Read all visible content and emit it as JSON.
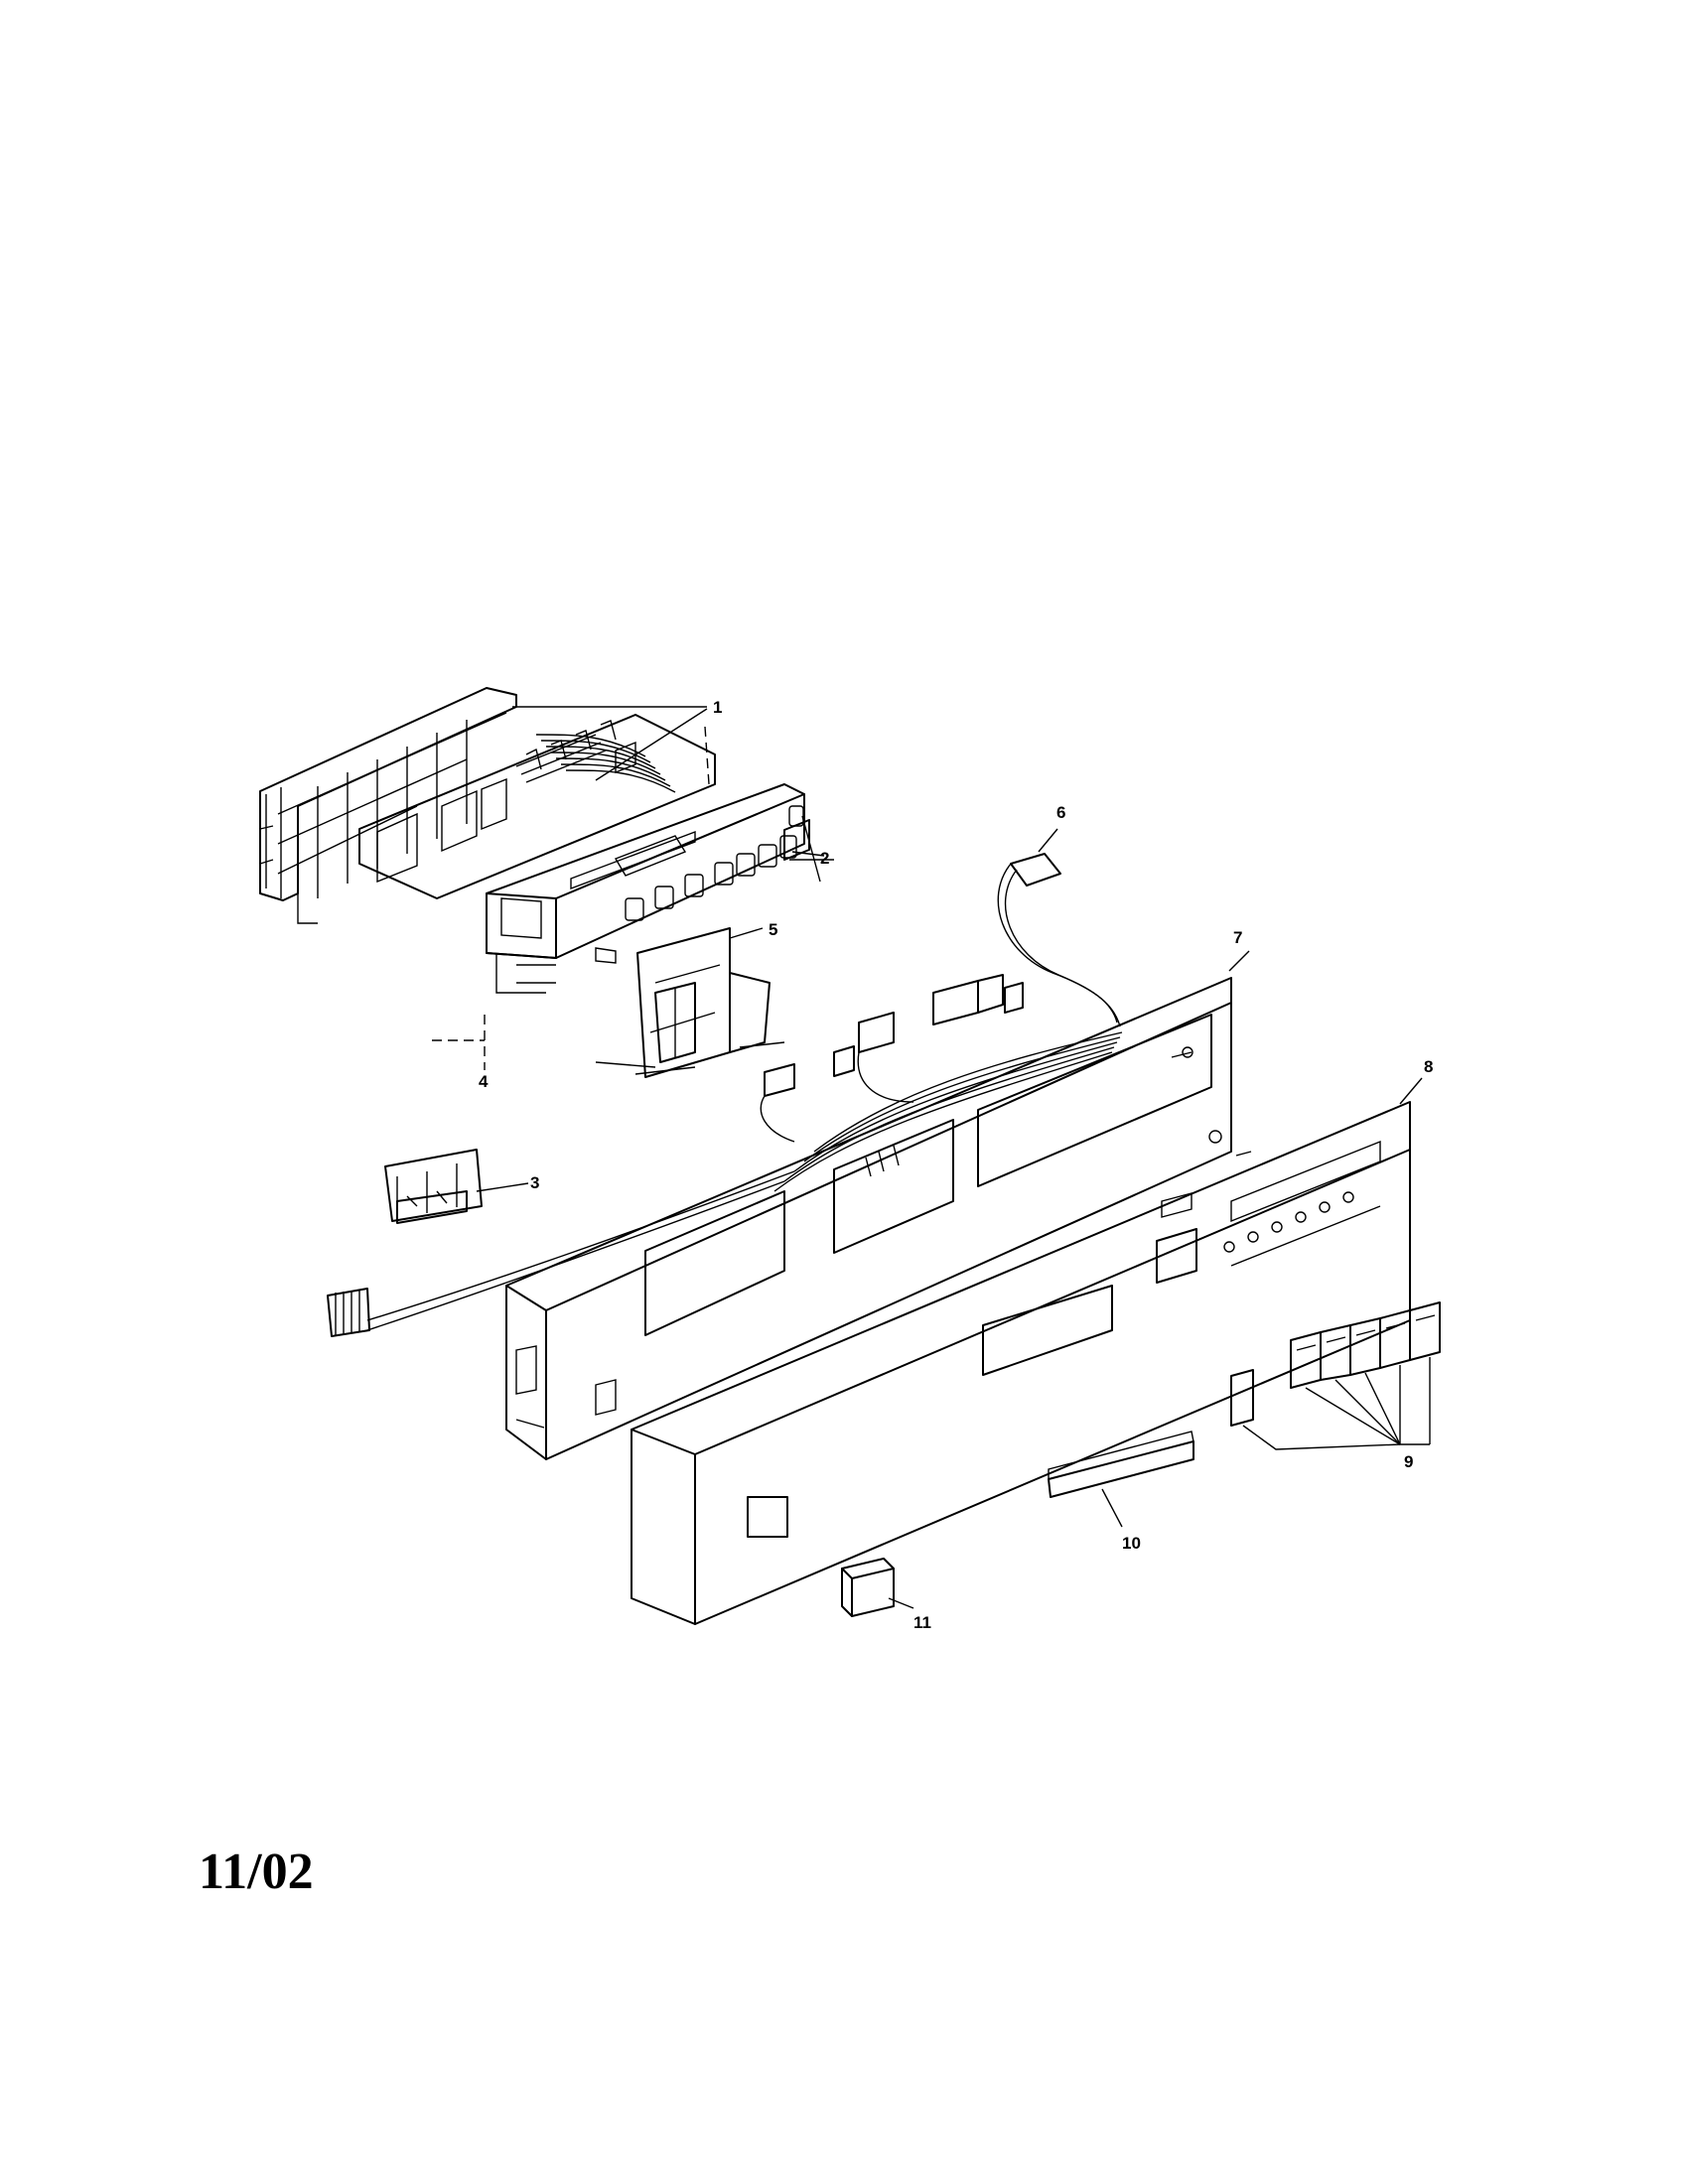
{
  "page": {
    "date_code": "11/02"
  },
  "callouts": [
    {
      "id": "callout-1",
      "label": "1"
    },
    {
      "id": "callout-2",
      "label": "2"
    },
    {
      "id": "callout-3",
      "label": "3"
    },
    {
      "id": "callout-4",
      "label": "4"
    },
    {
      "id": "callout-5",
      "label": "5"
    },
    {
      "id": "callout-6",
      "label": "6"
    },
    {
      "id": "callout-7",
      "label": "7"
    },
    {
      "id": "callout-8",
      "label": "8"
    },
    {
      "id": "callout-9",
      "label": "9"
    },
    {
      "id": "callout-10",
      "label": "10"
    },
    {
      "id": "callout-11",
      "label": "11"
    }
  ]
}
